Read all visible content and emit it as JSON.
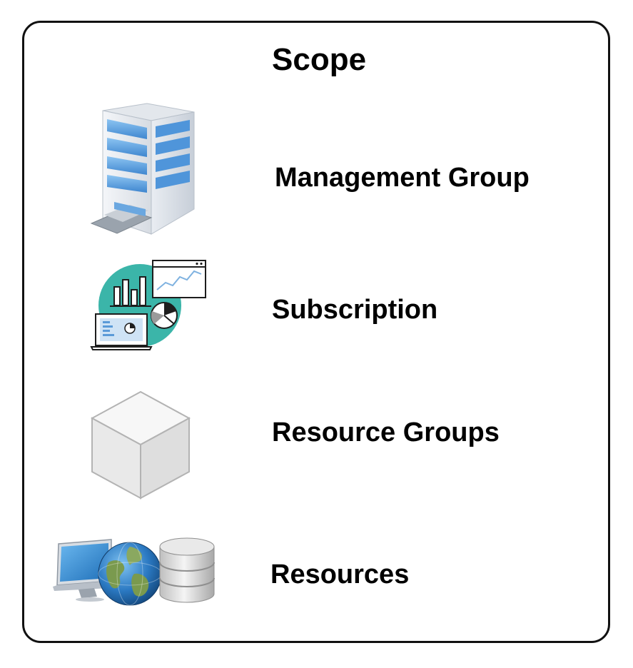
{
  "diagram": {
    "title": "Scope",
    "levels": [
      {
        "label": "Management Group",
        "icon": "office-building-icon"
      },
      {
        "label": "Subscription",
        "icon": "analytics-dashboard-icon"
      },
      {
        "label": "Resource Groups",
        "icon": "cube-icon"
      },
      {
        "label": "Resources",
        "icon": "monitor-globe-database-icon"
      }
    ]
  },
  "colors": {
    "border": "#111111",
    "text": "#000000",
    "teal": "#3bb5a9",
    "building_blue": "#5a9ad8"
  }
}
